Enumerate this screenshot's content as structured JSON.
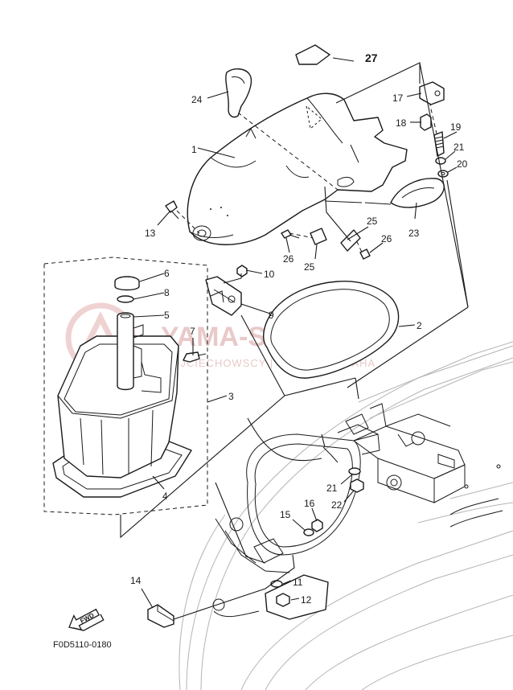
{
  "diagram": {
    "figure_code": "F0D5110-0180",
    "direction_label": "FWD",
    "watermark": {
      "brand": "YAMA-SKLEP.PL",
      "subtitle": "WOJCIECHOWSCY | DEALER YAMAHA"
    },
    "callouts": {
      "c1": "1",
      "c2": "2",
      "c3": "3",
      "c4": "4",
      "c5": "5",
      "c6": "6",
      "c7": "7",
      "c8": "8",
      "c9": "9",
      "c10": "10",
      "c11": "11",
      "c12": "12",
      "c13": "13",
      "c14": "14",
      "c15": "15",
      "c16": "16",
      "c17": "17",
      "c18": "18",
      "c19": "19",
      "c20": "20",
      "c21a": "21",
      "c21b": "21",
      "c22": "22",
      "c23": "23",
      "c24": "24",
      "c25a": "25",
      "c25b": "25",
      "c26a": "26",
      "c26b": "26",
      "c27": "27"
    }
  }
}
